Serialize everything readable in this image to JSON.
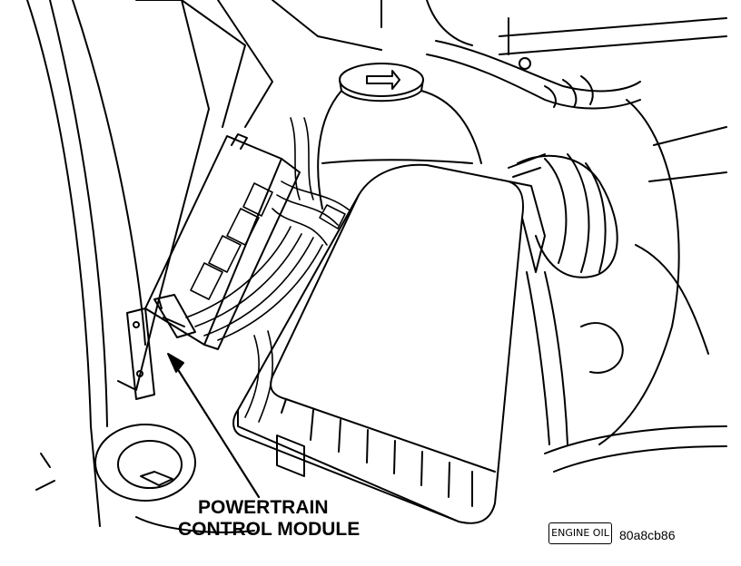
{
  "callout": {
    "line1": "POWERTRAIN",
    "line2": "CONTROL MODULE"
  },
  "figure_code": "80a8cb86",
  "engine_tag": "ENGINE OIL",
  "colors": {
    "ink": "#000000",
    "paper": "#ffffff"
  }
}
